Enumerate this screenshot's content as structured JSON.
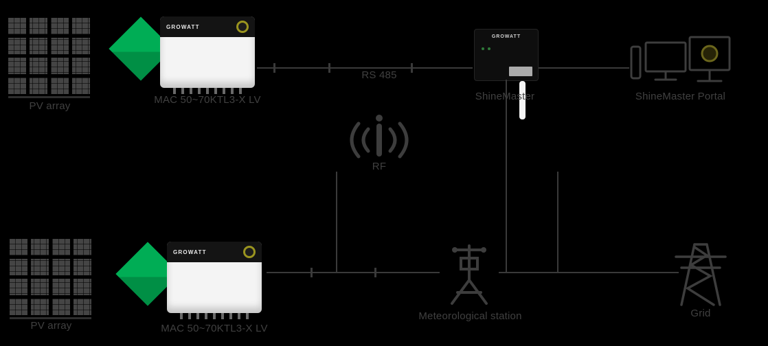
{
  "palette": {
    "background": "#000000",
    "line": "#3a3a3a",
    "label_text": "#404040",
    "growatt_green": "#00a651",
    "inverter_body": "#f4f4f4",
    "device_dark": "#0e0e0e"
  },
  "nodes": {
    "pv_top": {
      "label": "PV array"
    },
    "inverter_top": {
      "label": "MAC 50~70KTL3-X LV",
      "brand": "GROWATT"
    },
    "shinemaster": {
      "label": "ShineMaster",
      "brand": "GROWATT"
    },
    "portal": {
      "label": "ShineMaster Portal"
    },
    "rf": {
      "label": "RF"
    },
    "pv_bottom": {
      "label": "PV array"
    },
    "inverter_bottom": {
      "label": "MAC 50~70KTL3-X LV",
      "brand": "GROWATT"
    },
    "meteo": {
      "label": "Meteorological station"
    },
    "grid": {
      "label": "Grid"
    }
  },
  "connections": {
    "rs485": {
      "label": "RS 485"
    }
  }
}
